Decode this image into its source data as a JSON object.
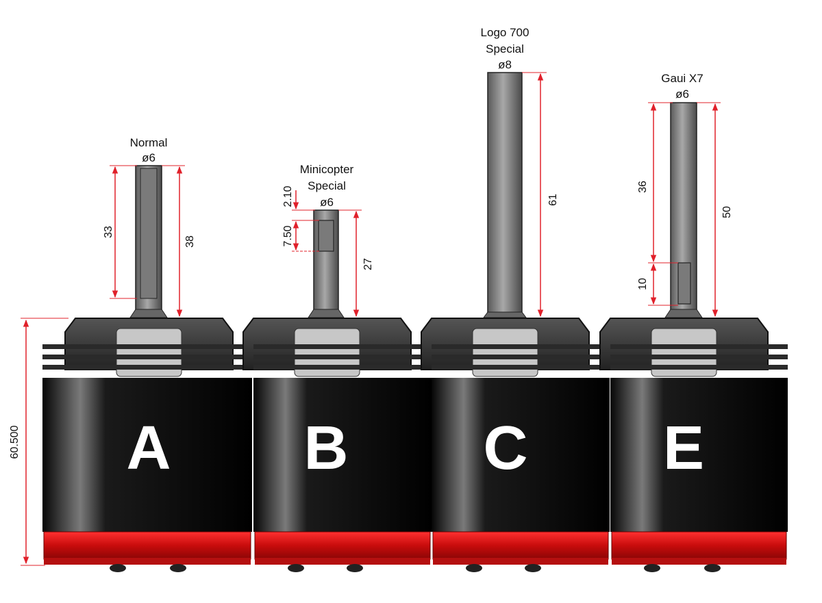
{
  "overall_height_label": "60.500",
  "colors": {
    "dimension": "#e0202a",
    "can": "#0b0b0b",
    "base_red": "#d81818",
    "shaft": "#8c8c8c",
    "bell": "#3a3a3a"
  },
  "motors": [
    {
      "letter": "A",
      "title_lines": [
        "Normal"
      ],
      "diameter": "ø6",
      "dims": [
        "33",
        "38"
      ]
    },
    {
      "letter": "B",
      "title_lines": [
        "Minicopter",
        "Special"
      ],
      "diameter": "ø6",
      "dims": [
        "2.10",
        "7.50",
        "27"
      ]
    },
    {
      "letter": "C",
      "title_lines": [
        "Logo 700",
        "Special"
      ],
      "diameter": "ø8",
      "dims": [
        "61"
      ]
    },
    {
      "letter": "E",
      "title_lines": [
        "Gaui X7"
      ],
      "diameter": "ø6",
      "dims": [
        "36",
        "10",
        "50"
      ]
    }
  ]
}
